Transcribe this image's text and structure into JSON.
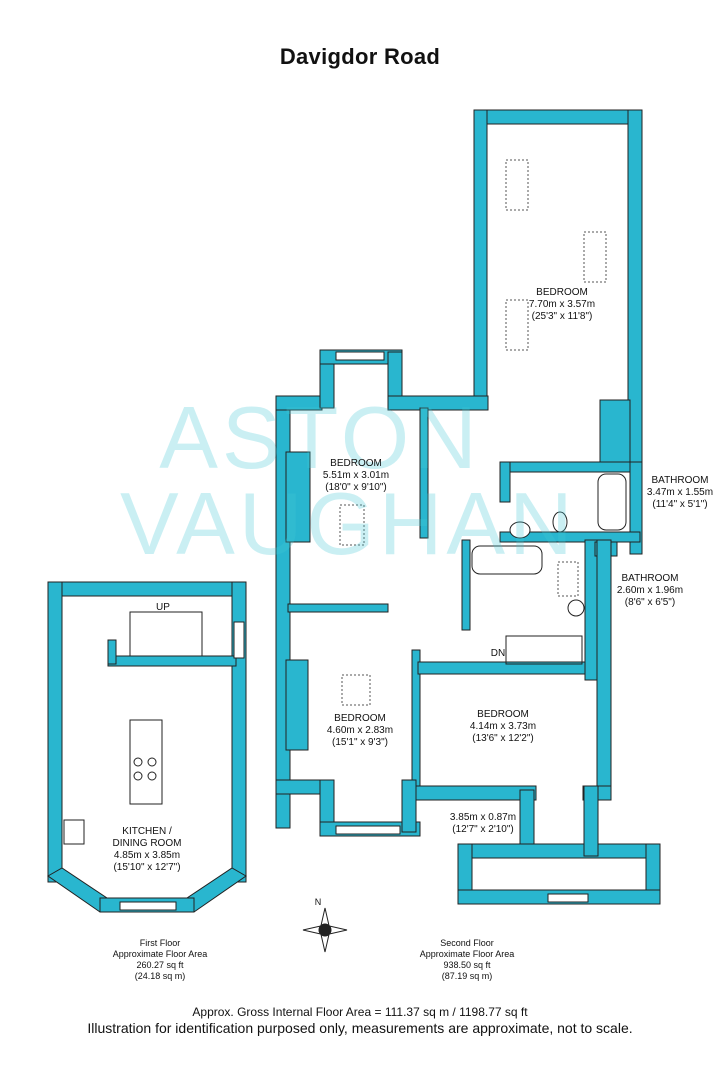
{
  "title": "Davigdor Road",
  "watermark": {
    "line1": "ASTON",
    "line2": "VAUGHAN"
  },
  "colors": {
    "wall": "#29b6cf",
    "outline": "#222222",
    "watermark": "#44c8d6"
  },
  "rooms": [
    {
      "id": "bedroom-top",
      "name": "BEDROOM",
      "metric": "7.70m x 3.57m",
      "imperial": "(25'3\" x 11'8\")"
    },
    {
      "id": "bedroom-upper-left",
      "name": "BEDROOM",
      "metric": "5.51m x 3.01m",
      "imperial": "(18'0\" x 9'10\")"
    },
    {
      "id": "bathroom-1",
      "name": "BATHROOM",
      "metric": "3.47m x 1.55m",
      "imperial": "(11'4\" x 5'1\")"
    },
    {
      "id": "bathroom-2",
      "name": "BATHROOM",
      "metric": "2.60m x 1.96m",
      "imperial": "(8'6\" x 6'5\")"
    },
    {
      "id": "bedroom-lower-left",
      "name": "BEDROOM",
      "metric": "4.60m x 2.83m",
      "imperial": "(15'1\" x 9'3\")"
    },
    {
      "id": "bedroom-lower-right",
      "name": "BEDROOM",
      "metric": "4.14m x 3.73m",
      "imperial": "(13'6\" x 12'2\")"
    },
    {
      "id": "balcony",
      "name": "",
      "metric": "3.85m x 0.87m",
      "imperial": "(12'7\" x 2'10\")"
    },
    {
      "id": "kitchen",
      "name": "KITCHEN /",
      "name2": "DINING ROOM",
      "metric": "4.85m x 3.85m",
      "imperial": "(15'10\" x 12'7\")"
    }
  ],
  "stair_labels": {
    "up": "UP",
    "down": "DN"
  },
  "compass": {
    "north": "N"
  },
  "floors": [
    {
      "id": "first-floor",
      "name": "First Floor",
      "label": "Approximate Floor Area",
      "sqft": "260.27 sq ft",
      "sqm": "(24.18 sq m)"
    },
    {
      "id": "second-floor",
      "name": "Second Floor",
      "label": "Approximate Floor Area",
      "sqft": "938.50 sq ft",
      "sqm": "(87.19 sq m)"
    }
  ],
  "footer": {
    "gross": "Approx. Gross Internal Floor Area = 111.37 sq m / 1198.77 sq ft",
    "disclaimer": "Illustration for identification purposed only, measurements are approximate, not to scale."
  }
}
